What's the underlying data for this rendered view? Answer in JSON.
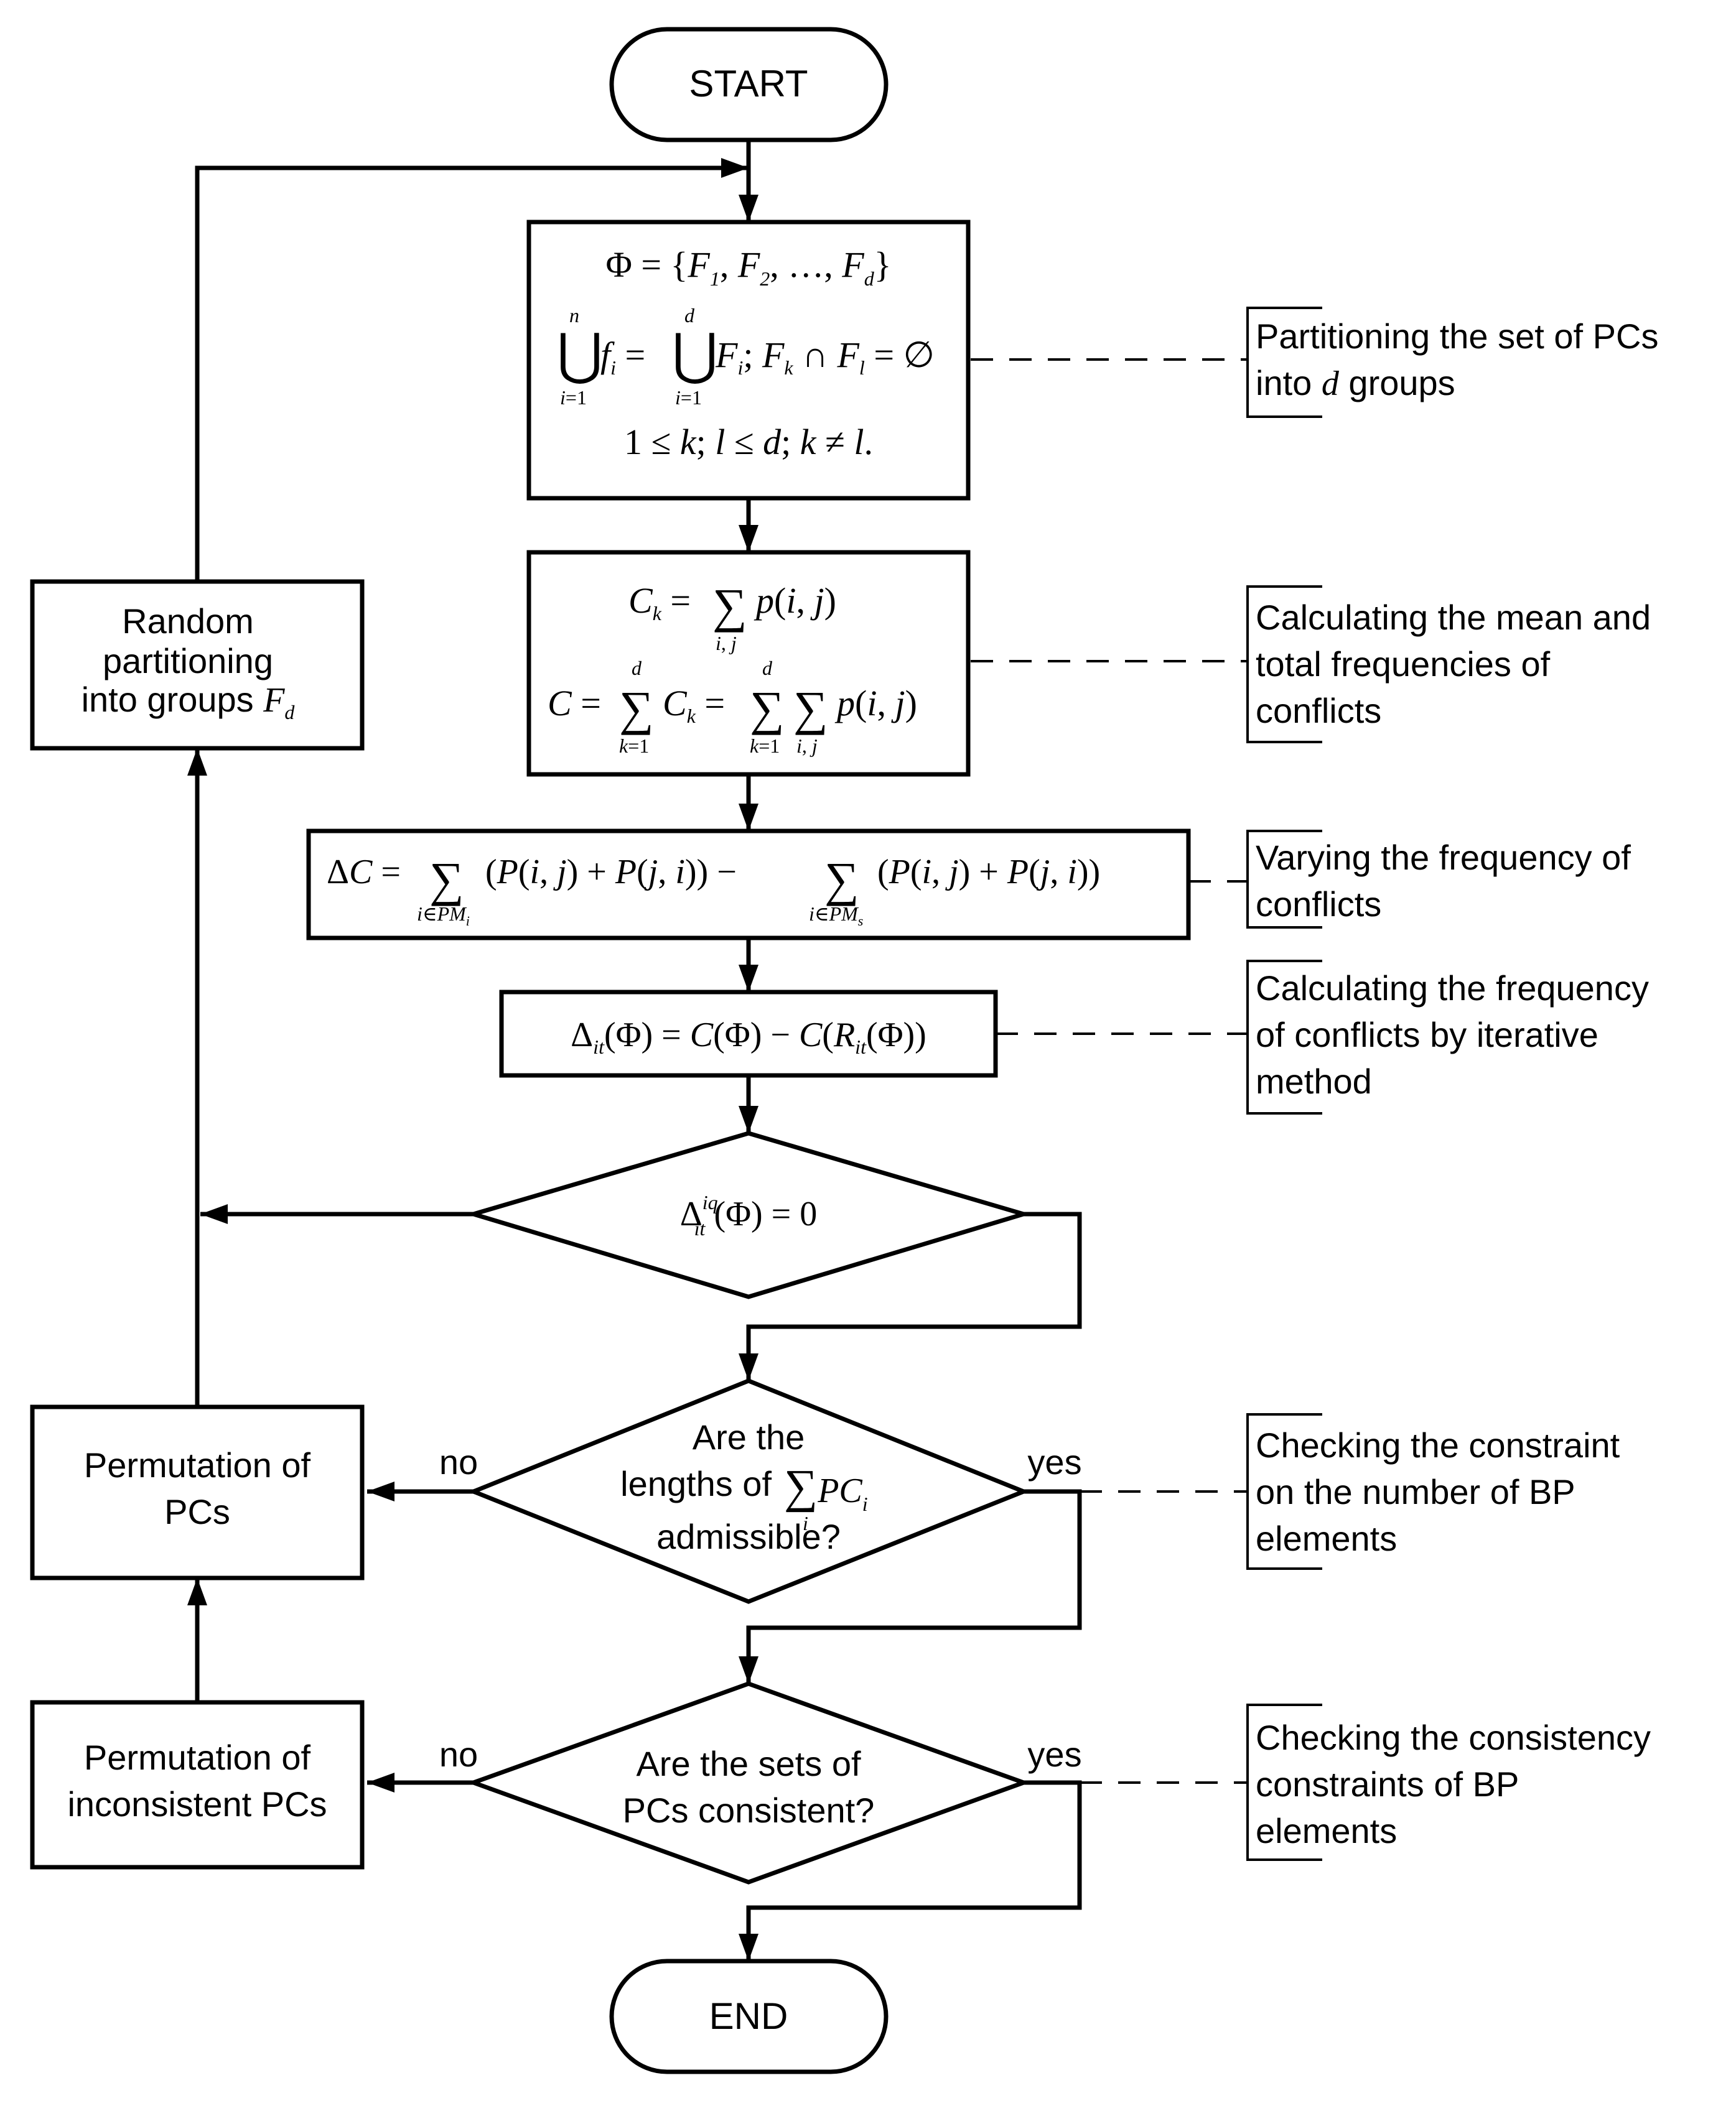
{
  "terminals": {
    "start": "START",
    "end": "END"
  },
  "boxes": {
    "random_partition": {
      "line1": "Random",
      "line2": "partitioning",
      "line3": "into groups",
      "var": "F",
      "sub": "d"
    },
    "permutation_pcs": {
      "line1": "Permutation of",
      "line2": "PCs"
    },
    "permutation_inconsistent": {
      "line1": "Permutation of",
      "line2": "inconsistent PCs"
    }
  },
  "decisions": {
    "lengths": {
      "line1": "Are the",
      "line2a": "lengths of",
      "line3": "admissible?",
      "yes": "yes",
      "no": "no"
    },
    "consistency": {
      "line1": "Are the sets of",
      "line2": "PCs consistent?",
      "yes": "yes",
      "no": "no"
    }
  },
  "annotations": {
    "partition": {
      "line1": "Partitioning the set of PCs",
      "line2a": "into",
      "var": "d",
      "line2b": "groups"
    },
    "mean_total": {
      "line1": "Calculating the mean and",
      "line2": "total frequencies of",
      "line3": "conflicts"
    },
    "varying": {
      "line1": "Varying the frequency of",
      "line2": "conflicts"
    },
    "iterative": {
      "line1": "Calculating the frequency",
      "line2": "of conflicts by iterative",
      "line3": "method"
    },
    "bp_number": {
      "line1": "Checking the constraint",
      "line2": "on the number of BP",
      "line3": "elements"
    },
    "bp_consistency": {
      "line1": "Checking the consistency",
      "line2": "constraints of BP",
      "line3": "elements"
    }
  },
  "colors": {
    "stroke": "#000000",
    "background": "#ffffff"
  }
}
